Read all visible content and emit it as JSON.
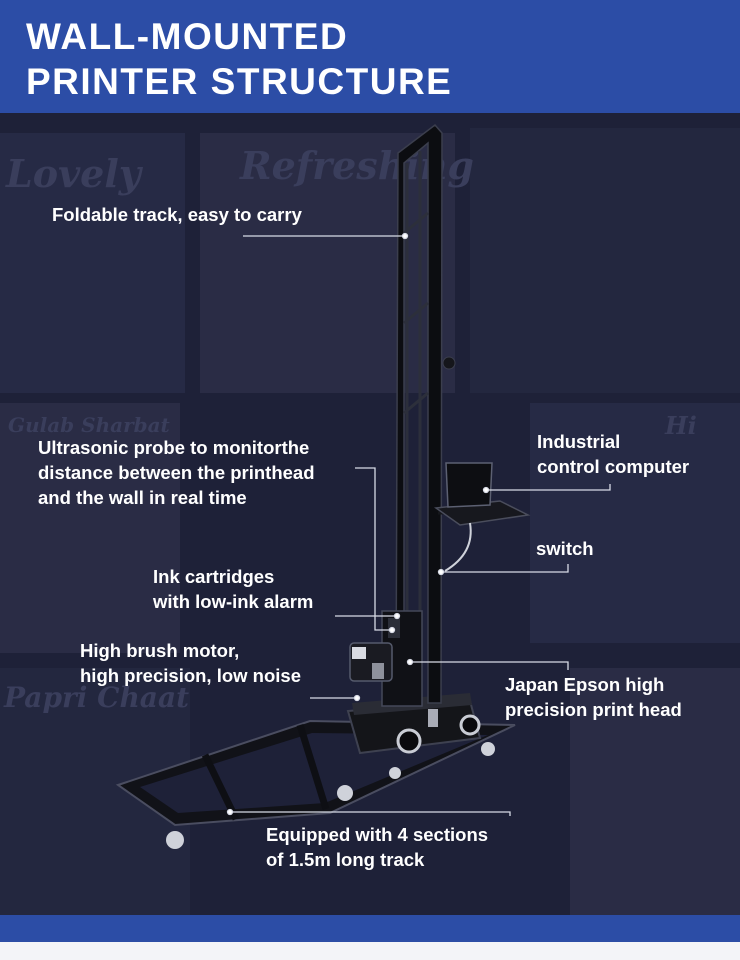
{
  "header": {
    "title_line_1": "WALL-MOUNTED",
    "title_line_2": "PRINTER STRUCTURE"
  },
  "background": {
    "words": [
      "Lovely",
      "Refreshing",
      "Gulab Sharbat",
      "Papri Chaat",
      "Hi"
    ]
  },
  "callouts": {
    "foldable_track": "Foldable track, easy to carry",
    "ultrasonic_1": "Ultrasonic probe to monitorthe",
    "ultrasonic_2": "distance between the printhead",
    "ultrasonic_3": "and the wall in real time",
    "ink_1": "Ink cartridges",
    "ink_2": "with low-ink alarm",
    "motor_1": "High brush motor,",
    "motor_2": "high precision, low noise",
    "computer_1": "Industrial",
    "computer_2": "control computer",
    "switch": "switch",
    "epson_1": "Japan Epson high",
    "epson_2": "precision print head",
    "track_1": "Equipped with 4 sections",
    "track_2": "of 1.5m long track"
  },
  "colors": {
    "brand_blue": "#2c4da6",
    "scene_bg": "#1e2138",
    "label_text": "#ffffff",
    "leader_line": "#d8dbe6"
  }
}
